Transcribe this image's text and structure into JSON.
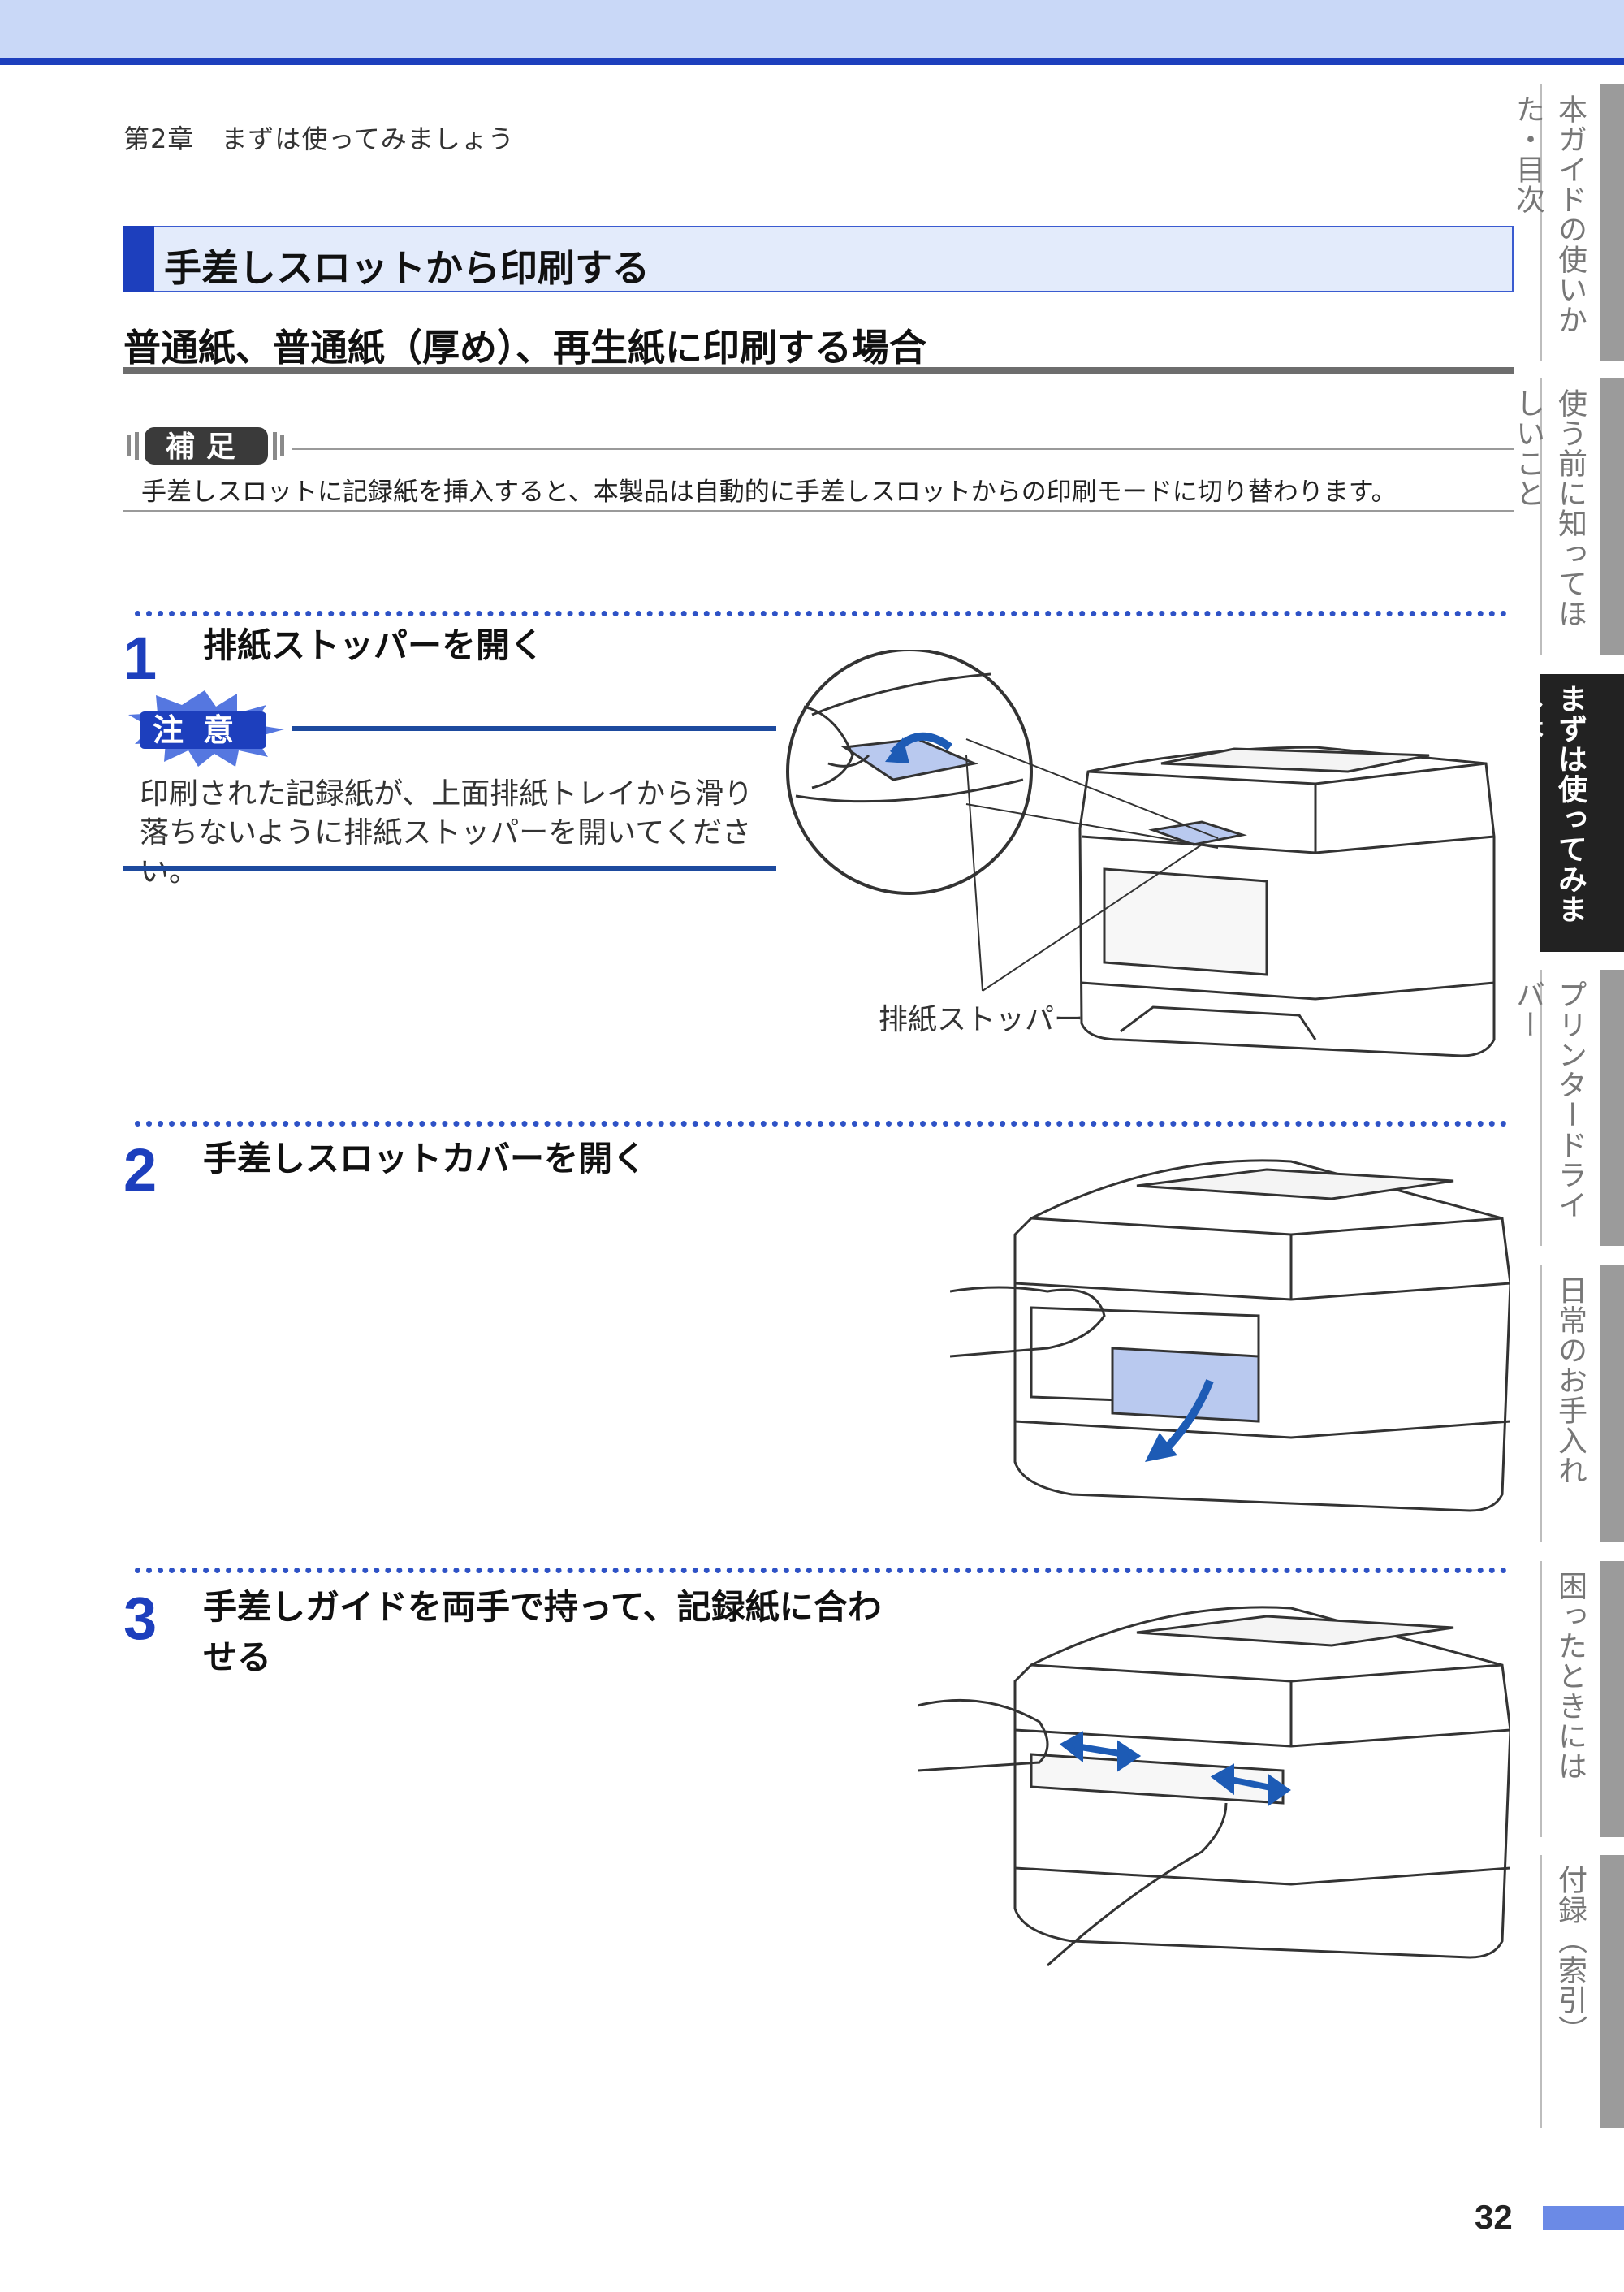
{
  "breadcrumb": "第2章　まずは使ってみましょう",
  "section_title": "手差しスロットから印刷する",
  "subsection_title": "普通紙、普通紙（厚め）、再生紙に印刷する場合",
  "note": {
    "label": "補足",
    "text": "手差しスロットに記録紙を挿入すると、本製品は自動的に手差しスロットからの印刷モードに切り替わります。"
  },
  "steps": [
    {
      "number": "1",
      "title": "排紙ストッパーを開く"
    },
    {
      "number": "2",
      "title": "手差しスロットカバーを開く"
    },
    {
      "number": "3",
      "title_line1": "手差しガイドを両手で持って、記録紙に合わ",
      "title_line2": "せる"
    }
  ],
  "caution": {
    "label": "注意",
    "text": "印刷された記録紙が、上面排紙トレイから滑り落ちないように排紙ストッパーを開いてください。"
  },
  "figure_callout": "排紙ストッパー",
  "side_tabs": [
    {
      "label": "本ガイドの使いかた・目次",
      "active": false
    },
    {
      "label": "使う前に知ってほしいこと",
      "active": false
    },
    {
      "label": "まずは使ってみましょう",
      "active": true
    },
    {
      "label": "プリンタードライバー",
      "active": false
    },
    {
      "label": "日常のお手入れ",
      "active": false
    },
    {
      "label": "困ったときには",
      "active": false
    },
    {
      "label": "付録（索引）",
      "active": false
    }
  ],
  "page_number": "32",
  "colors": {
    "accent_blue": "#1d3fbd",
    "header_band": "#c9d8f7",
    "section_fill": "#e3ebfb",
    "caution_blue": "#1d4a9e"
  }
}
